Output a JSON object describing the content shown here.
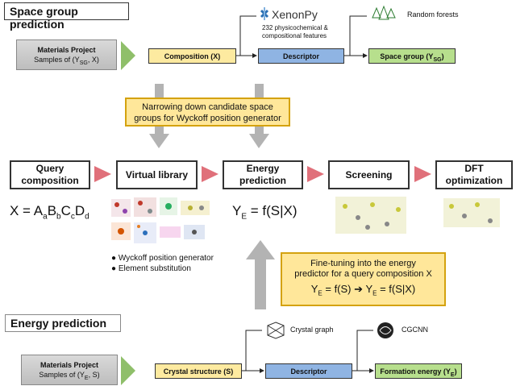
{
  "sections": {
    "top_title": "Space group prediction",
    "bottom_title": "Energy prediction"
  },
  "top_flow": {
    "source_title": "Materials Project",
    "source_line": "Samples of (Y",
    "source_sub": "SG",
    "source_tail": ", X)",
    "composition": "Composition (X)",
    "descriptor": "Descriptor",
    "output": "Space group (Y",
    "output_sub": "SG",
    "output_tail": ")",
    "xenonpy": "XenonPy",
    "xenonpy_note_1": "232 physicochemical &",
    "xenonpy_note_2": "compositional features",
    "random_forests": "Random forests"
  },
  "narrowing_note_1": "Narrowing down candidate space",
  "narrowing_note_2": "groups for Wyckoff position generator",
  "stages": [
    {
      "label_1": "Query",
      "label_2": "composition"
    },
    {
      "label_1": "Virtual library",
      "label_2": ""
    },
    {
      "label_1": "Energy",
      "label_2": "prediction"
    },
    {
      "label_1": "Screening",
      "label_2": ""
    },
    {
      "label_1": "DFT",
      "label_2": "optimization"
    }
  ],
  "query_formula": {
    "lhs": "X = ",
    "terms": [
      {
        "el": "A",
        "sub": "a"
      },
      {
        "el": "B",
        "sub": "b"
      },
      {
        "el": "C",
        "sub": "c"
      },
      {
        "el": "D",
        "sub": "d"
      }
    ]
  },
  "energy_formula": {
    "y": "Y",
    "sub": "E",
    "rhs": " = f(S|X)"
  },
  "library_bullets": [
    "Wyckoff position generator",
    "Element substitution"
  ],
  "finetune": {
    "line_1": "Fine-tuning into the energy",
    "line_2": "predictor for a query composition X",
    "eq_left": "Y",
    "eq_left_sub": "E",
    "eq_left_rhs": " = f(S)",
    "arrow": "➔",
    "eq_right": "Y",
    "eq_right_sub": "E",
    "eq_right_rhs": " = f(S|X)"
  },
  "bottom_flow": {
    "source_title": "Materials Project",
    "source_line": "Samples of (Y",
    "source_sub": "E",
    "source_tail": ", S)",
    "structure": "Crystal structure (S)",
    "descriptor": "Descriptor",
    "output": "Formation energy (Y",
    "output_sub": "E",
    "output_tail": ")",
    "crystal_graph": "Crystal graph",
    "cgcnn": "CGCNN"
  },
  "colors": {
    "accent_green": "#8fbf6a",
    "accent_red": "#e0707a",
    "arrow_gray": "#b3b3b3",
    "callout_fill": "#ffe79a",
    "callout_border": "#d4a20f"
  }
}
